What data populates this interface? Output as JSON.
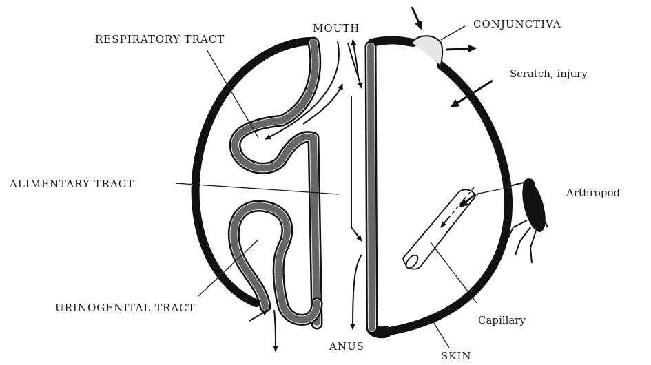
{
  "labels": {
    "respiratory": "RESPIRATORY TRACT",
    "mouth": "MOUTH",
    "conjunctiva": "CONJUNCTIVA",
    "scratch": "Scratch, injury",
    "alimentary": "ALIMENTARY TRACT",
    "arthropod": "Arthropod",
    "urinogenital": "URINOGENITAL TRACT",
    "capillary": "Capillary",
    "anus": "ANUS",
    "skin": "SKIN"
  }
}
